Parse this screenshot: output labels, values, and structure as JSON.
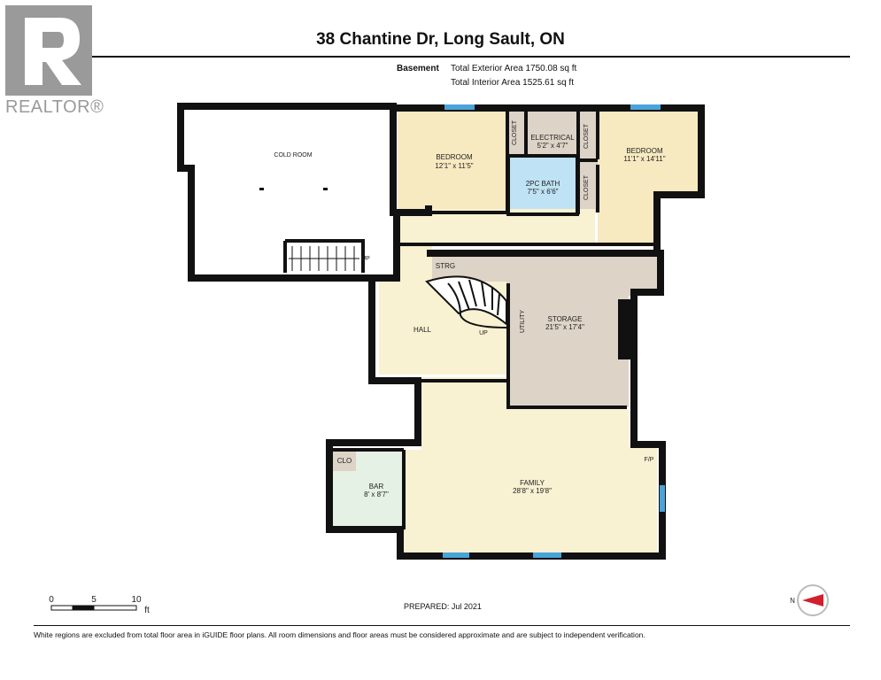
{
  "header": {
    "title": "38 Chantine Dr, Long Sault, ON",
    "level": "Basement",
    "exterior_area": "Total Exterior Area 1750.08 sq ft",
    "interior_area": "Total Interior Area 1525.61 sq ft"
  },
  "branding": {
    "logo_text": "REALTOR®",
    "logo_icon": "realtor-r-icon"
  },
  "rooms": {
    "cold_room": {
      "name": "COLD ROOM"
    },
    "bedroom_left": {
      "name": "BEDROOM",
      "dims": "12'1\" x 11'5\""
    },
    "closet_a": {
      "name": "CLOSET"
    },
    "electrical": {
      "name": "ELECTRICAL",
      "dims": "5'2\" x 4'7\""
    },
    "closet_b": {
      "name": "CLOSET"
    },
    "bath": {
      "name": "2PC BATH",
      "dims": "7'5\" x 6'6\""
    },
    "closet_c": {
      "name": "CLOSET"
    },
    "bedroom_right": {
      "name": "BEDROOM",
      "dims": "11'1\" x 14'11\""
    },
    "strg": {
      "name": "STRG"
    },
    "hall": {
      "name": "HALL"
    },
    "utility": {
      "name": "UTILITY"
    },
    "storage": {
      "name": "STORAGE",
      "dims": "21'5\" x 17'4\""
    },
    "family": {
      "name": "FAMILY",
      "dims": "28'8\" x 19'8\""
    },
    "bar": {
      "name": "BAR",
      "dims": "8' x 8'7\""
    },
    "clo": {
      "name": "CLO"
    },
    "fp": {
      "name": "F/P"
    },
    "stairs_up_1": "UP",
    "stairs_up_2": "UP"
  },
  "scale": {
    "ticks": [
      "0",
      "5",
      "10"
    ],
    "unit": "ft"
  },
  "compass": {
    "label": "N",
    "icon": "north-compass-icon"
  },
  "footer": {
    "prepared": "PREPARED: Jul 2021",
    "disclaimer": "White regions are excluded from total floor area in iGUIDE floor plans. All room dimensions and floor areas must be considered approximate and are subject to independent verification."
  },
  "colors": {
    "wall": "#111111",
    "bedroom": "#f7e9c0",
    "family": "#f8f1d2",
    "bath": "#bfe2f5",
    "storage": "#ddd3c6",
    "bar": "#e4f1e4",
    "window": "#4aa3d9",
    "logo": "#9a9a9a"
  }
}
